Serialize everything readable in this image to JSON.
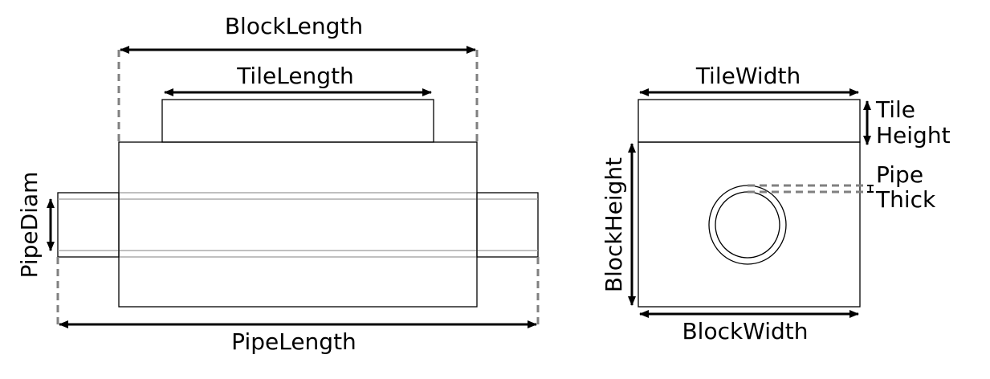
{
  "side_view": {
    "block_length_label": "BlockLength",
    "tile_length_label": "TileLength",
    "pipe_diam_label": "PipeDiam",
    "pipe_length_label": "PipeLength"
  },
  "end_view": {
    "tile_width_label": "TileWidth",
    "tile_height_label_line1": "Tile",
    "tile_height_label_line2": "Height",
    "pipe_thick_label_line1": "Pipe",
    "pipe_thick_label_line2": "Thick",
    "block_height_label": "BlockHeight",
    "block_width_label": "BlockWidth"
  }
}
